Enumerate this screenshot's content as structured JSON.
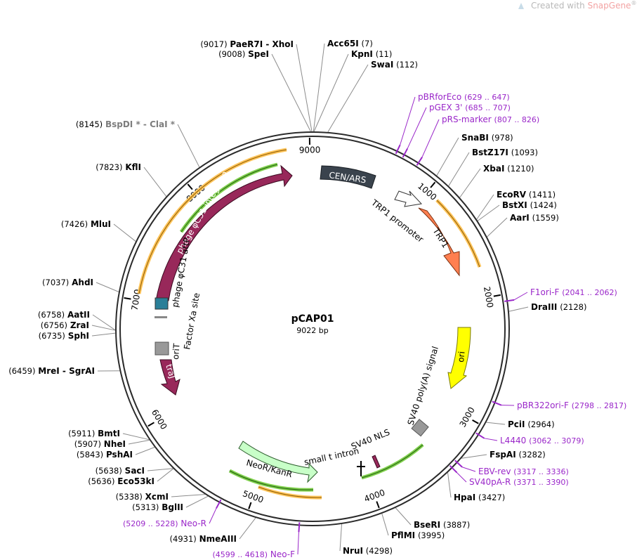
{
  "watermark": {
    "text": "Created with ",
    "brand": "SnapGene",
    "mark": "®"
  },
  "plasmid": {
    "name": "pCAP01",
    "size": "9022 bp"
  },
  "ticks": [
    {
      "label": "9000",
      "pos": 9000
    },
    {
      "label": "1000",
      "pos": 1000
    },
    {
      "label": "2000",
      "pos": 2000
    },
    {
      "label": "3000",
      "pos": 3000
    },
    {
      "label": "4000",
      "pos": 4000
    },
    {
      "label": "5000",
      "pos": 5000
    },
    {
      "label": "6000",
      "pos": 6000
    },
    {
      "label": "7000",
      "pos": 7000
    },
    {
      "label": "8000",
      "pos": 8000
    }
  ],
  "sites": [
    {
      "pos_text": "(9017)",
      "name": "PaeR7I",
      "extra": " - XhoI",
      "loc": 9017
    },
    {
      "pos_text": "(9008)",
      "name": "SpeI",
      "loc": 9008
    },
    {
      "name": "Acc65I",
      "pos_text": "(7)",
      "loc": 7
    },
    {
      "name": "KpnI",
      "pos_text": "(11)",
      "loc": 11
    },
    {
      "name": "SwaI",
      "pos_text": "(112)",
      "loc": 112
    },
    {
      "name": "SnaBI",
      "pos_text": "(978)",
      "loc": 978
    },
    {
      "name": "BstZ17I",
      "pos_text": "(1093)",
      "loc": 1093
    },
    {
      "name": "XbaI",
      "pos_text": "(1210)",
      "loc": 1210
    },
    {
      "name": "EcoRV",
      "pos_text": "(1411)",
      "loc": 1411
    },
    {
      "name": "BstXI",
      "pos_text": "(1424)",
      "loc": 1424
    },
    {
      "name": "AarI",
      "pos_text": "(1559)",
      "loc": 1559
    },
    {
      "name": "DraIII",
      "pos_text": "(2128)",
      "loc": 2128
    },
    {
      "name": "PciI",
      "pos_text": "(2964)",
      "loc": 2964
    },
    {
      "name": "FspAI",
      "pos_text": "(3282)",
      "loc": 3282
    },
    {
      "name": "HpaI",
      "pos_text": "(3427)",
      "loc": 3427
    },
    {
      "name": "BseRI",
      "pos_text": "(3887)",
      "loc": 3887
    },
    {
      "name": "PflMI",
      "pos_text": "(3995)",
      "loc": 3995
    },
    {
      "name": "NruI",
      "pos_text": "(4298)",
      "loc": 4298
    },
    {
      "pos_text": "(4931)",
      "name": "NmeAIII",
      "loc": 4931
    },
    {
      "pos_text": "(5313)",
      "name": "BglII",
      "loc": 5313
    },
    {
      "pos_text": "(5338)",
      "name": "XcmI",
      "loc": 5338
    },
    {
      "pos_text": "(5636)",
      "name": "Eco53kI",
      "loc": 5636
    },
    {
      "pos_text": "(5638)",
      "name": "SacI",
      "loc": 5638
    },
    {
      "pos_text": "(5843)",
      "name": "PshAI",
      "loc": 5843
    },
    {
      "pos_text": "(5907)",
      "name": "NheI",
      "loc": 5907
    },
    {
      "pos_text": "(5911)",
      "name": "BmtI",
      "loc": 5911
    },
    {
      "pos_text": "(6459)",
      "name": "MreI",
      "extra": " - SgrAI",
      "loc": 6459
    },
    {
      "pos_text": "(6735)",
      "name": "SphI",
      "loc": 6735
    },
    {
      "pos_text": "(6756)",
      "name": "ZraI",
      "loc": 6756
    },
    {
      "pos_text": "(6758)",
      "name": "AatII",
      "loc": 6758
    },
    {
      "pos_text": "(7037)",
      "name": "AhdI",
      "loc": 7037
    },
    {
      "pos_text": "(7426)",
      "name": "MluI",
      "loc": 7426
    },
    {
      "pos_text": "(7823)",
      "name": "KflI",
      "loc": 7823
    },
    {
      "pos_text": "(8145)",
      "name": "BspDI * - ClaI *",
      "loc": 8145,
      "gray": true
    }
  ],
  "primers": [
    {
      "name": "pBRforEco",
      "range": "(629 .. 647)",
      "loc": 638
    },
    {
      "name": "pGEX 3'",
      "range": "(685 .. 707)",
      "loc": 696
    },
    {
      "name": "pRS-marker",
      "range": "(807 .. 826)",
      "loc": 816
    },
    {
      "name": "F1ori-F",
      "range": "(2041 .. 2062)",
      "loc": 2051
    },
    {
      "name": "pBR322ori-F",
      "range": "(2798 .. 2817)",
      "loc": 2807
    },
    {
      "name": "L4440",
      "range": "(3062 .. 3079)",
      "loc": 3070
    },
    {
      "name": "EBV-rev",
      "range": "(3317 .. 3336)",
      "loc": 3326
    },
    {
      "name": "SV40pA-R",
      "range": "(3371 .. 3390)",
      "loc": 3380
    },
    {
      "name": "Neo-R",
      "range": "(5209 .. 5228)",
      "loc": 5218
    },
    {
      "name": "Neo-F",
      "range": "(4599 .. 4618)",
      "loc": 4608
    }
  ],
  "features": [
    {
      "name": "CEN/ARS"
    },
    {
      "name": "TRP1 promoter"
    },
    {
      "name": "TRP1"
    },
    {
      "name": "ori"
    },
    {
      "name": "SV40 poly(A) signal"
    },
    {
      "name": "SV40 NLS"
    },
    {
      "name": "small t intron"
    },
    {
      "name": "NeoR/KanR"
    },
    {
      "name": "traJ"
    },
    {
      "name": "oriT"
    },
    {
      "name": "Factor Xa site"
    },
    {
      "name": "phage φC31 attP"
    },
    {
      "name": "phage φC31 integrase"
    }
  ],
  "colors": {
    "backbone": "#2b2b2b",
    "primer": "#9a27c9",
    "trp1": "#ff7f50",
    "ori": "#ffff00",
    "neo": "#c8ffc8",
    "integrase": "#98285a",
    "cen": "#3a434d",
    "orf_orange": "#ffc45a",
    "orf_green": "#7fd04b"
  }
}
